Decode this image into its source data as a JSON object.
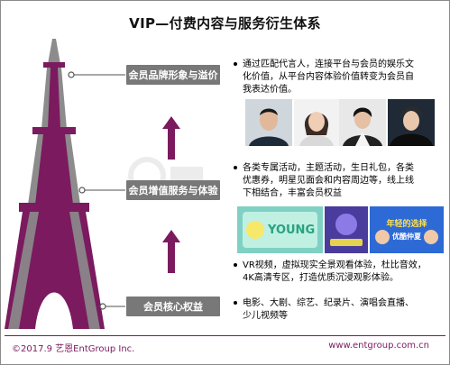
{
  "title": "VIP—付费内容与服务衍生体系",
  "levels": [
    {
      "label": "会员品牌形象与溢价",
      "text_lines": [
        "通过匹配代言人，连接平台与会员的娱乐文",
        "化价值，从平台内容体验价值转变为会员自",
        "我表达价值。"
      ]
    },
    {
      "label": "会员增值服务与体验",
      "text_lines": [
        "各类专属活动，主题活动，生日礼包，各类",
        "优惠券，明星见面会和内容周边等，线上线",
        "下相结合，丰富会员权益"
      ]
    },
    {
      "label": "会员核心权益",
      "text_lines_a": [
        "VR视频，虚拟现实全景观看体验，杜比音效，",
        "4K高清专区，打造优质沉浸观影体验。"
      ],
      "text_lines_b": [
        "电影、大剧、综艺、纪录片、演唱会直播、",
        "少儿视频等"
      ]
    }
  ],
  "banner_texts": [
    "YOUNG",
    "年轻的选择",
    "优酷仲夏"
  ],
  "footer": {
    "copyright": "©2017.9  艺恩EntGroup Inc.",
    "website": "www.entgroup.com.cn"
  },
  "colors": {
    "tower": "#7b1a5f",
    "tower_grey": "#8c8c8c",
    "arrow": "#7b1a5f",
    "box": "#787878",
    "footer": "#7b1a5f"
  }
}
